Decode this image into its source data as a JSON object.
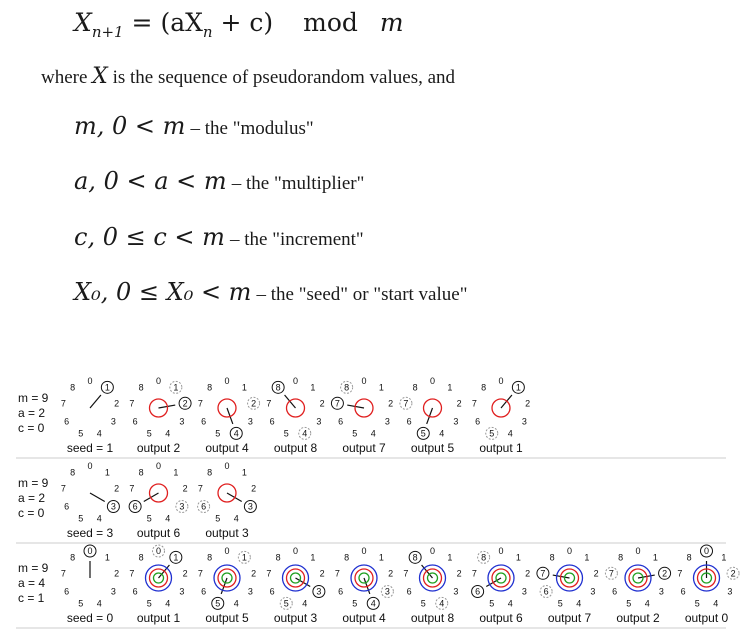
{
  "formula": {
    "lhs_var": "X",
    "lhs_sub": "n+1",
    "rhs": "= (aX",
    "rhs_sub": "n",
    "rhs_tail": " + c)",
    "mod": "mod",
    "m": "m"
  },
  "intro": {
    "where": "where",
    "X": "X",
    "text": "is the sequence of pseudorandom values, and"
  },
  "params": [
    {
      "math": "m, 0 < m",
      "label": "– the \"modulus\""
    },
    {
      "math": "a, 0 < a < m",
      "label": "– the \"multiplier\""
    },
    {
      "math": "c, 0 ≤ c < m",
      "label": "– the \"increment\""
    },
    {
      "math": "X₀, 0 ≤ X₀ < m",
      "label": "– the \"seed\" or \"start value\""
    }
  ],
  "dial_numbers": [
    "0",
    "1",
    "2",
    "3",
    "4",
    "5",
    "6",
    "7",
    "8"
  ],
  "rows": [
    {
      "m": "m = 9",
      "a": "a = 2",
      "c": "c = 0",
      "steps": [
        {
          "label": "seed = 1",
          "cur": 1,
          "prev": null
        },
        {
          "label": "output 2",
          "cur": 2,
          "prev": 1
        },
        {
          "label": "output 4",
          "cur": 4,
          "prev": 2
        },
        {
          "label": "output 8",
          "cur": 8,
          "prev": 4
        },
        {
          "label": "output 7",
          "cur": 7,
          "prev": 8
        },
        {
          "label": "output 5",
          "cur": 5,
          "prev": 7
        },
        {
          "label": "output 1",
          "cur": 1,
          "prev": 5
        }
      ]
    },
    {
      "m": "m = 9",
      "a": "a = 2",
      "c": "c = 0",
      "steps": [
        {
          "label": "seed = 3",
          "cur": 3,
          "prev": null
        },
        {
          "label": "output 6",
          "cur": 6,
          "prev": 3
        },
        {
          "label": "output 3",
          "cur": 3,
          "prev": 6
        }
      ]
    },
    {
      "m": "m = 9",
      "a": "a = 4",
      "c": "c = 1",
      "steps": [
        {
          "label": "seed = 0",
          "cur": 0,
          "prev": null
        },
        {
          "label": "output 1",
          "cur": 1,
          "prev": 0
        },
        {
          "label": "output 5",
          "cur": 5,
          "prev": 1
        },
        {
          "label": "output 3",
          "cur": 3,
          "prev": 5
        },
        {
          "label": "output 4",
          "cur": 4,
          "prev": 3
        },
        {
          "label": "output 8",
          "cur": 8,
          "prev": 4
        },
        {
          "label": "output 6",
          "cur": 6,
          "prev": 8
        },
        {
          "label": "output 7",
          "cur": 7,
          "prev": 6
        },
        {
          "label": "output 2",
          "cur": 2,
          "prev": 7
        },
        {
          "label": "output 0",
          "cur": 0,
          "prev": 2
        }
      ]
    }
  ],
  "colors": {
    "red": "#e02020",
    "blue": "#2030d0",
    "green": "#20a020",
    "gray": "#999999",
    "black": "#111111"
  }
}
